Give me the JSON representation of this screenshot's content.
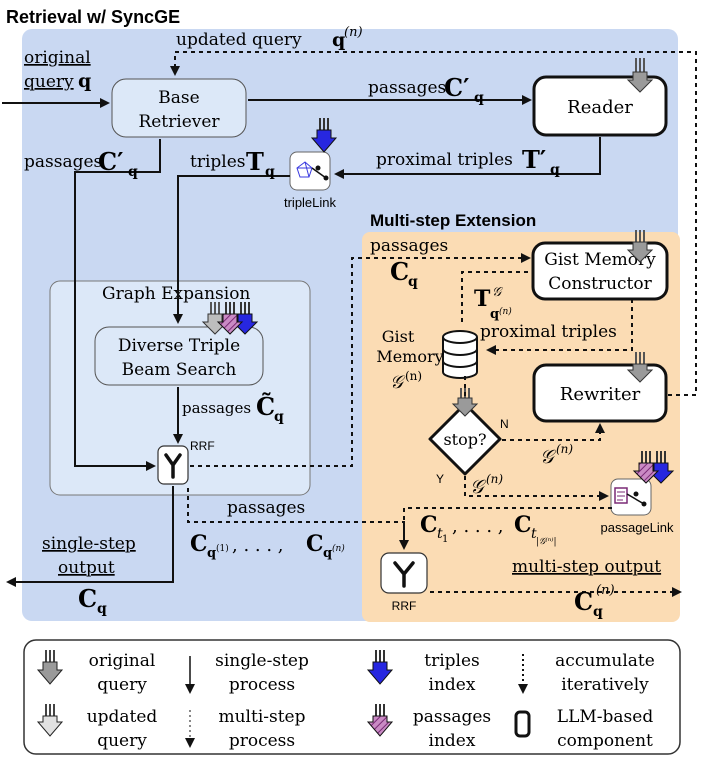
{
  "titles": {
    "main": "Retrieval w/ SyncGE",
    "multistep": "Multi-step Extension",
    "graph_expansion": "Graph Expansion"
  },
  "nodes": {
    "base_retriever": [
      "Base",
      "Retriever"
    ],
    "reader": "Reader",
    "diverse_triple": [
      "Diverse Triple",
      "Beam Search"
    ],
    "gist_constructor": [
      "Gist Memory",
      "Constructor"
    ],
    "rewriter": "Rewriter",
    "stop": "stop?",
    "gist_memory": [
      "Gist",
      "Memory"
    ],
    "rrf": "RRF",
    "triple_link": "tripleLink",
    "passage_link": "passageLink"
  },
  "labels": {
    "original_query": [
      "original",
      "query"
    ],
    "updated_query": "updated query",
    "passages": "passages",
    "triples": "triples",
    "proximal_triples": "proximal triples",
    "single_step_output": [
      "single-step",
      "output"
    ],
    "multi_step_output": "multi-step output",
    "yes": "Y",
    "no": "N"
  },
  "math": {
    "q": "q",
    "q_n_sup": "(n)",
    "C_q_prime": "C′",
    "C_q_tilde": "C̃",
    "C": "C",
    "T_q": "T",
    "T_q_prime": "T′",
    "T_g_sup": "𝒢",
    "G_n": "𝒢",
    "sub_q": "q",
    "seq_q": "C",
    "dots": ", . . . ,",
    "sup_1": "(1)",
    "sup_n": "(n)",
    "ct1": "t",
    "ct1_sub": "1",
    "ct_end_sub": "|𝒢⁽ⁿ⁾|"
  },
  "legend": {
    "items": [
      {
        "label": [
          "original",
          "query"
        ],
        "icon": "gray-down-arrow-icon"
      },
      {
        "label": [
          "single-step",
          "process"
        ],
        "icon": "solid-arrow-icon"
      },
      {
        "label": [
          "triples",
          "index"
        ],
        "icon": "blue-down-arrow-icon"
      },
      {
        "label": [
          "accumulate",
          "iteratively"
        ],
        "icon": "dotted-arrow-icon"
      },
      {
        "label": [
          "updated",
          "query"
        ],
        "icon": "light-gray-down-arrow-icon"
      },
      {
        "label": [
          "multi-step",
          "process"
        ],
        "icon": "dotted-thin-arrow-icon"
      },
      {
        "label": [
          "passages",
          "index"
        ],
        "icon": "purple-down-arrow-icon"
      },
      {
        "label": [
          "LLM-based",
          "component"
        ],
        "icon": "rounded-rect-icon"
      }
    ]
  },
  "colors": {
    "blue_panel": "#c9d8f2",
    "orange_panel": "#fbdcb4",
    "graph_panel": "#dce8f8",
    "triples_index": "#2727e0",
    "passages_index": "#9b3f96",
    "query_arrow": "#9a9a9a"
  }
}
